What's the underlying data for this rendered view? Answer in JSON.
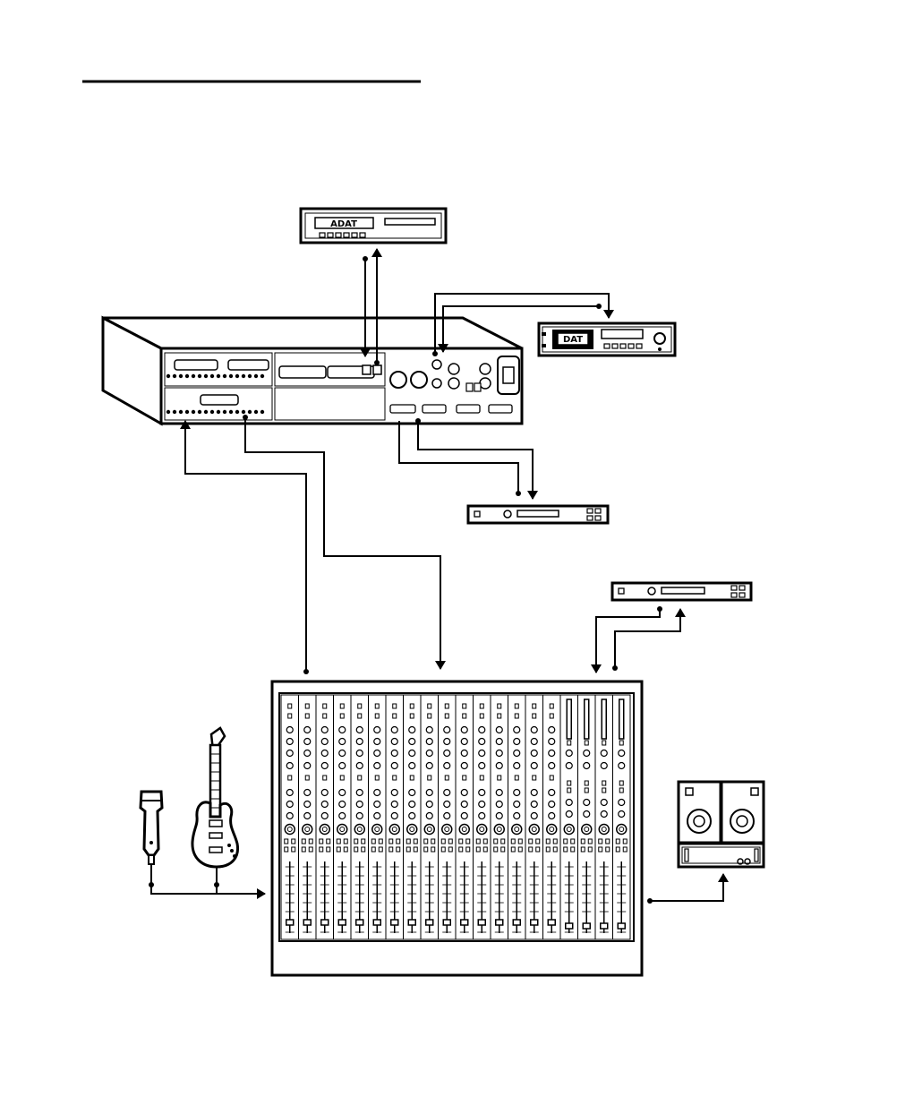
{
  "devices": {
    "adat": {
      "label": "ADAT"
    },
    "dat": {
      "label": "DAT"
    },
    "interface": {
      "label": ""
    },
    "effects_unit_1": {
      "label": ""
    },
    "effects_unit_2": {
      "label": ""
    },
    "mixer": {
      "label": ""
    },
    "microphone": {
      "label": ""
    },
    "guitar": {
      "label": ""
    },
    "monitors": {
      "label": ""
    }
  },
  "mixer_layout": {
    "input_channels": 16,
    "bus_channels": 4
  },
  "colors": {
    "ink": "#000000",
    "paper": "#ffffff"
  }
}
